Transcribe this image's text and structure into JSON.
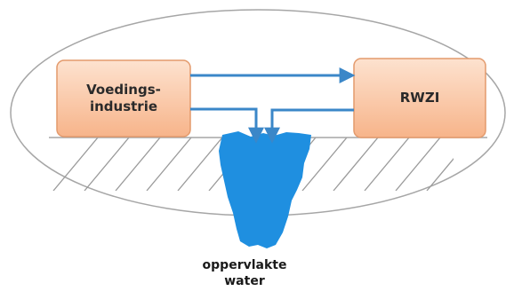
{
  "diagram": {
    "nodes": {
      "industry": {
        "label": "Voedings-\nindustrie"
      },
      "plant": {
        "label": "RWZI"
      },
      "water": {
        "label": "oppervlakte\nwater"
      }
    },
    "edges": [
      {
        "from": "industry",
        "to": "plant"
      },
      {
        "from": "industry",
        "to": "water"
      },
      {
        "from": "plant",
        "to": "water"
      }
    ],
    "colors": {
      "box_fill_top": "#fde2cf",
      "box_fill_bottom": "#f7b48a",
      "box_stroke": "#e39a6c",
      "arrow": "#3b87c8",
      "water": "#1f8fe0",
      "ground_line": "#a6a6a6",
      "hatch": "#9a9a9a",
      "ellipse_stroke": "#a6a6a6"
    }
  }
}
